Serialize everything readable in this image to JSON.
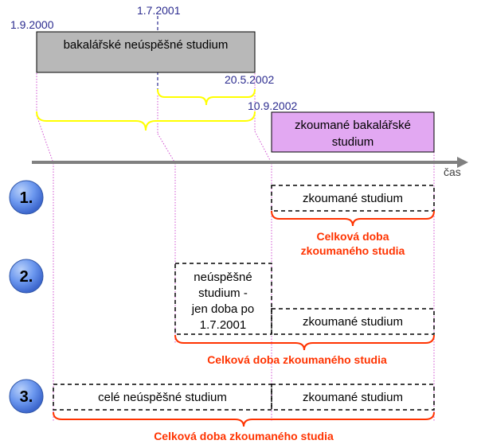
{
  "dates": {
    "start_old": "1.9.2000",
    "mid_old": "1.7.2001",
    "end_old": "20.5.2002",
    "start_new": "10.9.2002"
  },
  "boxes": {
    "old_study": "bakalářské neúspěšné studium",
    "new_study_line1": "zkoumané bakalářské",
    "new_study_line2": "studium"
  },
  "axis": {
    "label": "čas"
  },
  "scenarios": [
    {
      "number": "1.",
      "studied": "zkoumané studium",
      "total_line1": "Celková doba",
      "total_line2": "zkoumaného studia"
    },
    {
      "number": "2.",
      "failed_lines": [
        "neúspěšné",
        "studium -",
        "jen doba po",
        "1.7.2001"
      ],
      "studied": "zkoumané studium",
      "total": "Celková doba zkoumaného studia"
    },
    {
      "number": "3.",
      "failed": "celé neúspěšné studium",
      "studied": "zkoumané studium",
      "total": "Celková doba zkoumaného studia"
    }
  ],
  "colors": {
    "old_box": "#b8b8b8",
    "new_box": "#e2a8f2",
    "brace_yellow": "#ffff00",
    "brace_red": "#ff3300",
    "guide_magenta": "#d050d0",
    "circle_blue": "#5b8ff0",
    "date_blue": "#2b2b8f",
    "axis_gray": "#808080"
  }
}
